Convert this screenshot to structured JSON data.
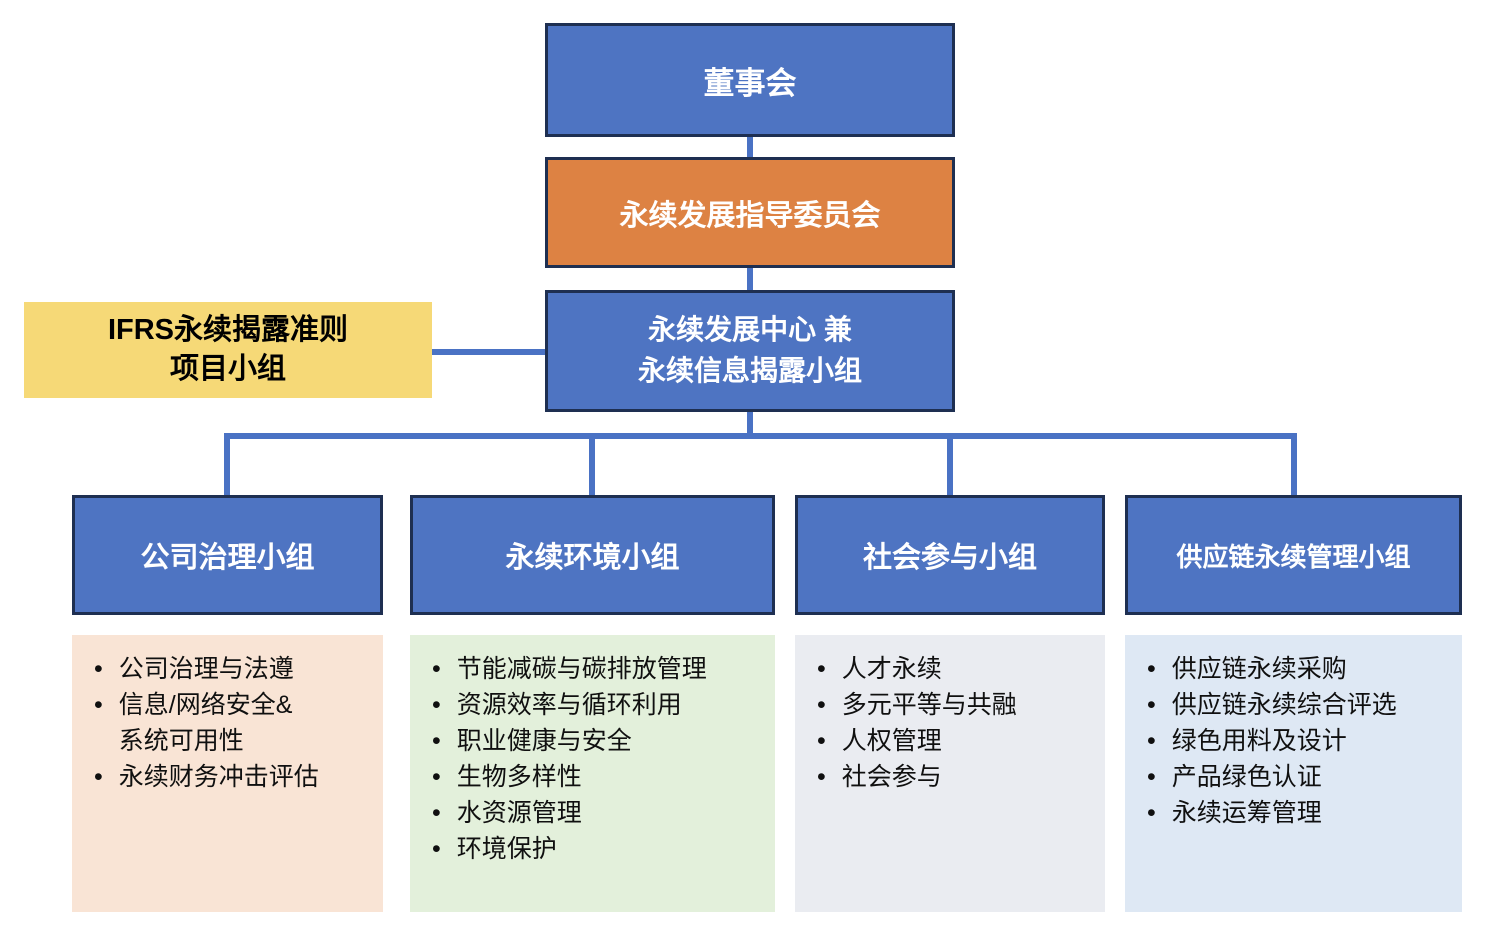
{
  "diagram": {
    "board": {
      "label": "董事会"
    },
    "steering_committee": {
      "label": "永续发展指导委员会"
    },
    "center_box": {
      "label": "永续发展中心 兼\n永续信息揭露小组"
    },
    "ifrs_box": {
      "label": "IFRS永续揭露准则\n项目小组"
    },
    "groups": [
      {
        "title": "公司治理小组",
        "items": [
          "公司治理与法遵",
          "信息/网络安全&\n系统可用性",
          "永续财务冲击评估"
        ]
      },
      {
        "title": "永续环境小组",
        "items": [
          "节能减碳与碳排放管理",
          "资源效率与循环利用",
          "职业健康与安全",
          "生物多样性",
          "水资源管理",
          "环境保护"
        ]
      },
      {
        "title": "社会参与小组",
        "items": [
          "人才永续",
          "多元平等与共融",
          "人权管理",
          "社会参与"
        ]
      },
      {
        "title": "供应链永续管理小组",
        "items": [
          "供应链永续采购",
          "供应链永续综合评选",
          "绿色用料及设计",
          "产品绿色认证",
          "永续运筹管理"
        ]
      }
    ],
    "colors": {
      "box_blue": "#4E74C2",
      "box_orange": "#DD8243",
      "box_yellow": "#F6D977",
      "box_border": "#1E2F51",
      "connector_blue": "#4A72C4",
      "list_bg_governance": "#F9E4D5",
      "list_bg_environment": "#E3F0DB",
      "list_bg_social": "#EAECF1",
      "list_bg_supply_chain": "#DEE8F4",
      "title_text": "#FFFFFF",
      "body_text": "#101010"
    }
  }
}
